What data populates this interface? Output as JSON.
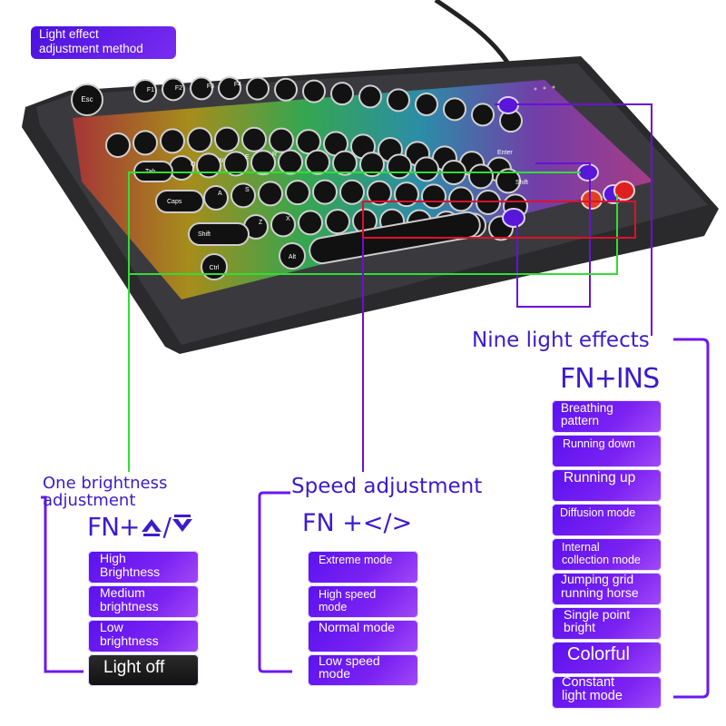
{
  "header": {
    "tag_label": "Light effect\nadjustment method"
  },
  "brightness": {
    "title": "One brightness\nadjustment",
    "shortcut": "FN+",
    "slash": "/",
    "options": [
      {
        "label": "High\nBrightness"
      },
      {
        "label": "Medium\nbrightness"
      },
      {
        "label": "Low\nbrightness"
      },
      {
        "label": "Light off"
      }
    ]
  },
  "speed": {
    "title": "Speed adjustment",
    "shortcut": "FN +</>",
    "options": [
      {
        "label": "Extreme mode"
      },
      {
        "label": "High speed\nmode"
      },
      {
        "label": "Normal mode"
      },
      {
        "label": "Low speed\nmode"
      }
    ]
  },
  "effects": {
    "title": "Nine light effects",
    "shortcut": "FN+INS",
    "options": [
      {
        "label": "Breathing\npattern"
      },
      {
        "label": "Running down"
      },
      {
        "label": "Running up"
      },
      {
        "label": "Diffusion mode"
      },
      {
        "label": "Internal\ncollection mode"
      },
      {
        "label": "Jumping grid\nrunning horse"
      },
      {
        "label": "Single point\nbright"
      },
      {
        "label": "Colorful"
      },
      {
        "label": "Constant\nlight mode"
      }
    ]
  },
  "keys": {
    "esc": "Esc",
    "f1": "F1",
    "f2": "F2",
    "f3": "F3",
    "f4": "F4",
    "tab": "Tab",
    "caps": "Caps",
    "shift": "Shift",
    "ctrl": "Ctrl",
    "alt": "Alt",
    "q": "Q",
    "w": "W",
    "e": "E",
    "r": "R",
    "a": "A",
    "s": "S",
    "z": "Z",
    "x": "X",
    "enter": "Enter",
    "shift_right": "Shift"
  },
  "colors": {
    "accent": "#3a1ccc",
    "button": "#6a18f0",
    "green_line": "#33dd33",
    "red_line": "#e0102a",
    "purple_line": "#6a10d8"
  }
}
